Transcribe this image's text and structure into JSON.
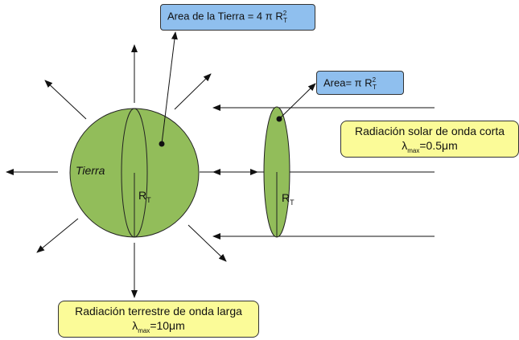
{
  "labels": {
    "earth_area_box": {
      "prefix": "Area de la Tierra = 4 π R",
      "sup": "2",
      "sub": "T"
    },
    "disk_area_box": {
      "prefix": "Area= π R",
      "sup": "2",
      "sub": "T"
    },
    "earth_name": "Tierra",
    "radius_earth": {
      "main": "R",
      "sub": "T"
    },
    "radius_disk": {
      "main": "R",
      "sub": "T"
    },
    "solar_box": {
      "line1": "Radiación solar de onda corta",
      "lambda": "λ",
      "lambda_sub": "max",
      "value": "=0.5μm"
    },
    "terrestrial_box": {
      "line1": "Radiación terrestre de onda larga",
      "lambda": "λ",
      "lambda_sub": "max",
      "value": "=10μm"
    }
  },
  "colors": {
    "sphere_fill": "#92bd5a",
    "box_blue": "#8fbfee",
    "box_yellow": "#fbfb98",
    "stroke": "#111111"
  }
}
